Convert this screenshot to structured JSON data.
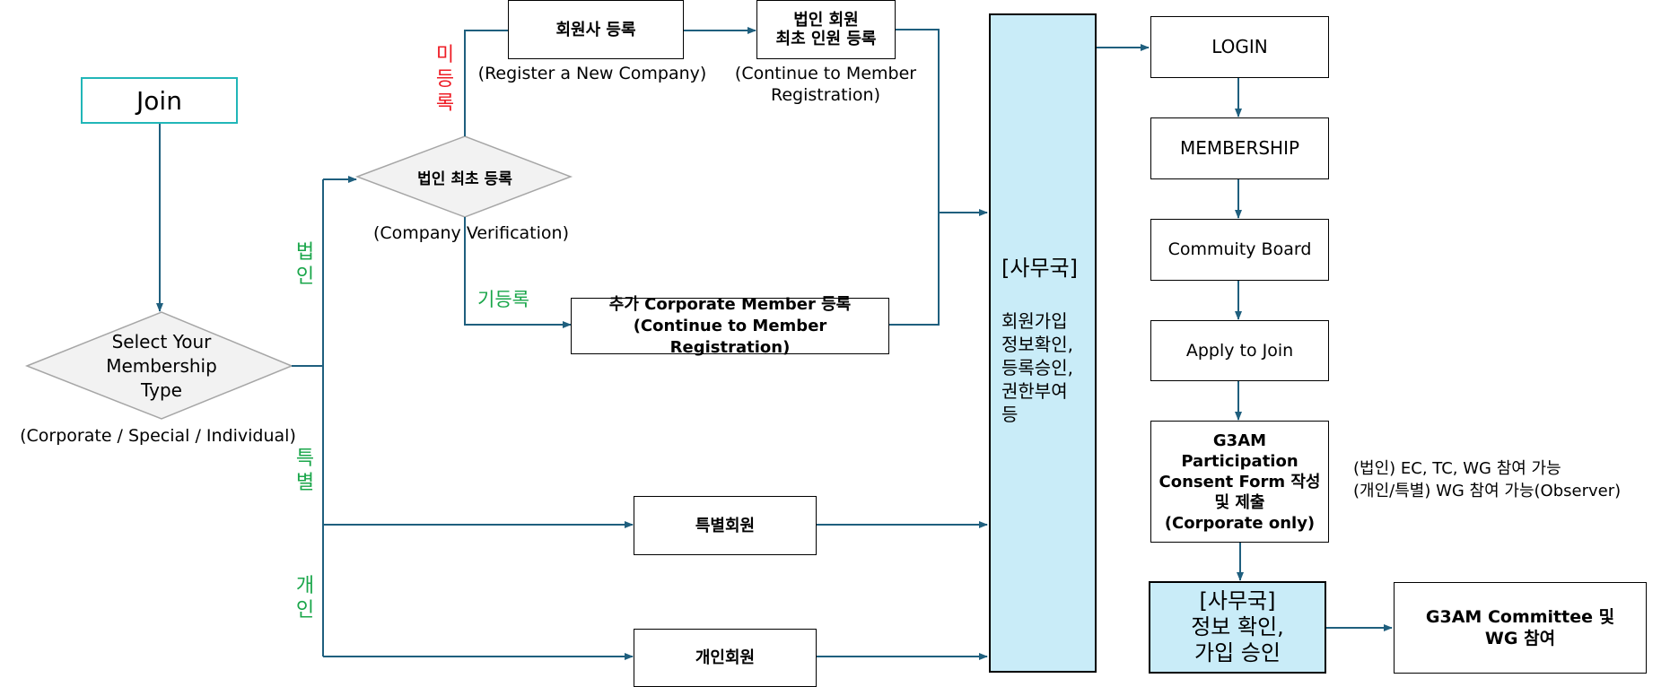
{
  "start": {
    "join": "Join"
  },
  "select": {
    "title": "Select Your\nMembership\nType",
    "caption": "(Corporate / Special / Individual)"
  },
  "branch_labels": {
    "corporate": "법\n인",
    "special": "특\n별",
    "individual": "개\n인"
  },
  "corporate": {
    "verify_title": "법인 최초 등록",
    "verify_caption": "(Company Verification)",
    "unregistered_label": "미\n등\n록",
    "registered_label": "기등록",
    "register_company": "회원사 등록",
    "register_company_caption": "(Register a New Company)",
    "first_member": "법인 회원\n최초 인원 등록",
    "first_member_caption": "(Continue to Member\nRegistration)",
    "add_member": "추가 Corporate Member 등록\n(Continue to Member Registration)"
  },
  "special_member": "특별회원",
  "individual_member": "개인회원",
  "secretariat": {
    "title": "[사무국]",
    "desc": "회원가입\n정보확인,\n등록승인,\n권한부여\n등"
  },
  "steps": {
    "login": "LOGIN",
    "membership": "MEMBERSHIP",
    "board": "Commuity Board",
    "apply": "Apply to Join",
    "consent": "G3AM\nParticipation\nConsent Form 작성\n및 제출\n(Corporate only)",
    "approve": "[사무국]\n정보 확인,\n가입 승인",
    "committee": "G3AM Committee 및\nWG 참여"
  },
  "participation_note": "(법인) EC, TC, WG 참여 가능\n(개인/특별) WG 참여 가능(Observer)",
  "colors": {
    "connector": "#1f5f7e",
    "teal": "#21b6b8",
    "office_fill": "#c9ecf8",
    "green": "#1aa64a",
    "red": "#ee1c25",
    "diamond_fill": "#f2f2f2"
  }
}
